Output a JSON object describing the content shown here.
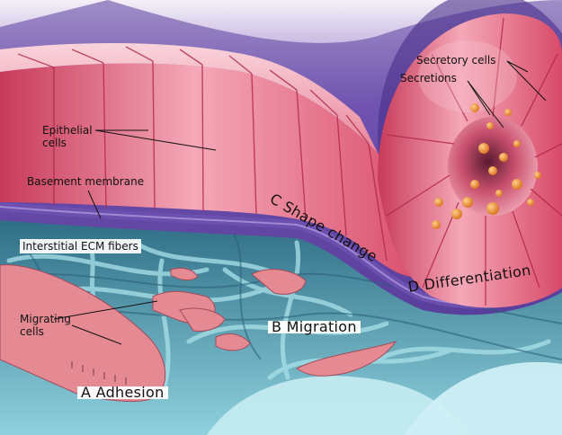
{
  "figure": {
    "labels": {
      "epithelial_cells": "Epithelial\ncells",
      "basement_membrane": "Basement membrane",
      "interstitial_ecm_fibers": "Interstitial ECM fibers",
      "migrating_cells": "Migrating\ncells",
      "secretory_cells": "Secretory cells",
      "secretions": "Secretions"
    },
    "processes": {
      "adhesion": "A  Adhesion",
      "migration": "B  Migration",
      "shape_change": "C Shape change",
      "differentiation": "D  Differentiation"
    }
  },
  "colors": {
    "background_purple": "#5a3d9e",
    "epithelium_pink": "#e8607a",
    "cell_highlight": "#f7c4cf",
    "basement_membrane": "#6d4fb0",
    "ecm_teal": "#3f9aa8",
    "ecm_light": "#b9e6ee",
    "migrating_cell": "#e58a93",
    "secretion_orange": "#e98a2c"
  }
}
